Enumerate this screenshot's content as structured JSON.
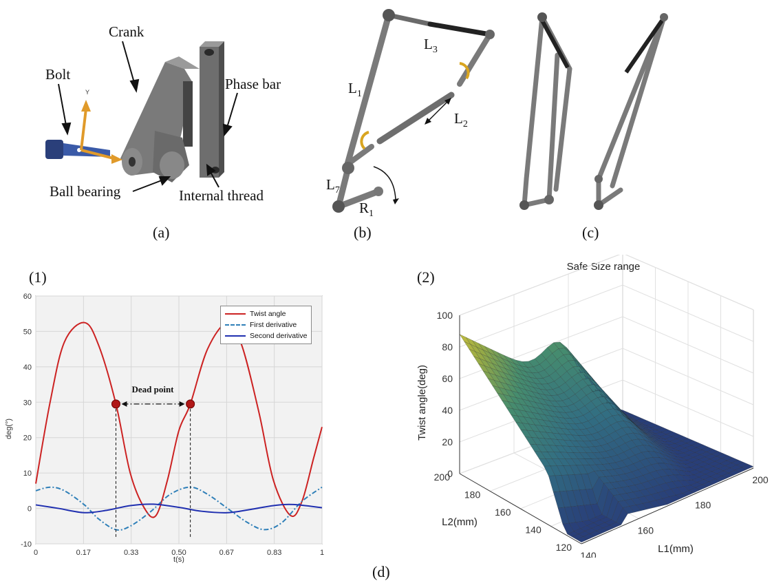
{
  "panel_a": {
    "labels": {
      "bolt": "Bolt",
      "crank": "Crank",
      "phase_bar": "Phase bar",
      "ball_bearing": "Ball bearing",
      "internal_thread": "Internal thread",
      "axis_y": "Y"
    },
    "caption": "(a)"
  },
  "panel_b": {
    "labels": {
      "L1": "L",
      "L1_sub": "1",
      "L2": "L",
      "L2_sub": "2",
      "L3": "L",
      "L3_sub": "3",
      "L7": "L",
      "L7_sub": "7",
      "R1": "R",
      "R1_sub": "1"
    },
    "caption": "(b)"
  },
  "panel_c": {
    "caption": "(c)"
  },
  "panel_d1": {
    "label": "(1)"
  },
  "panel_d2": {
    "label": "(2)"
  },
  "panel_d": {
    "caption": "(d)"
  },
  "chart_data": [
    {
      "type": "line",
      "xlabel": "t(s)",
      "ylabel": "deg(°)",
      "xlim": [
        0,
        1
      ],
      "ylim": [
        -10,
        60
      ],
      "x_ticks": [
        "0",
        "0.17",
        "0.33",
        "0.50",
        "0.67",
        "0.83",
        "1"
      ],
      "y_ticks": [
        "-10",
        "0",
        "10",
        "20",
        "30",
        "40",
        "50",
        "60"
      ],
      "grid": true,
      "legend_position": "top-right",
      "annotation": "Dead point",
      "dead_points": [
        {
          "t": 0.28,
          "deg": 29.5
        },
        {
          "t": 0.54,
          "deg": 29.5
        }
      ],
      "series": [
        {
          "name": "Twist angle",
          "color": "#cc2222",
          "style": "solid",
          "points": [
            [
              0,
              7
            ],
            [
              0.05,
              30
            ],
            [
              0.1,
              47
            ],
            [
              0.17,
              52.5
            ],
            [
              0.22,
              46
            ],
            [
              0.28,
              29.5
            ],
            [
              0.33,
              10
            ],
            [
              0.38,
              0
            ],
            [
              0.42,
              -2
            ],
            [
              0.46,
              8
            ],
            [
              0.5,
              22
            ],
            [
              0.54,
              29.5
            ],
            [
              0.6,
              45
            ],
            [
              0.67,
              52.5
            ],
            [
              0.72,
              46
            ],
            [
              0.78,
              27
            ],
            [
              0.83,
              8
            ],
            [
              0.89,
              -2
            ],
            [
              0.93,
              2
            ],
            [
              0.97,
              14
            ],
            [
              1.0,
              23
            ]
          ]
        },
        {
          "name": "First derivative",
          "color": "#2e7fb8",
          "style": "dashdot",
          "points": [
            [
              0,
              5
            ],
            [
              0.05,
              6
            ],
            [
              0.1,
              5
            ],
            [
              0.17,
              1
            ],
            [
              0.22,
              -3
            ],
            [
              0.28,
              -6
            ],
            [
              0.33,
              -5
            ],
            [
              0.4,
              -1
            ],
            [
              0.47,
              4
            ],
            [
              0.54,
              6
            ],
            [
              0.6,
              4
            ],
            [
              0.67,
              0
            ],
            [
              0.74,
              -4
            ],
            [
              0.8,
              -6
            ],
            [
              0.86,
              -4
            ],
            [
              0.93,
              2
            ],
            [
              1.0,
              6
            ]
          ]
        },
        {
          "name": "Second derivative",
          "color": "#1f2fb0",
          "style": "solid",
          "points": [
            [
              0,
              1
            ],
            [
              0.08,
              0
            ],
            [
              0.17,
              -1.2
            ],
            [
              0.25,
              -0.5
            ],
            [
              0.33,
              0.8
            ],
            [
              0.41,
              1.2
            ],
            [
              0.5,
              0.3
            ],
            [
              0.58,
              -0.8
            ],
            [
              0.67,
              -1.2
            ],
            [
              0.75,
              -0.3
            ],
            [
              0.83,
              0.8
            ],
            [
              0.9,
              1.1
            ],
            [
              1.0,
              0.2
            ]
          ]
        }
      ]
    },
    {
      "type": "surface",
      "title": "Safe Size range",
      "xlabel": "L1(mm)",
      "ylabel": "L2(mm)",
      "zlabel": "Twist angle(deg)",
      "xlim": [
        140,
        200
      ],
      "ylim": [
        120,
        200
      ],
      "zlim": [
        0,
        100
      ],
      "x_ticks": [
        "140",
        "160",
        "180",
        "200"
      ],
      "y_ticks": [
        "120",
        "140",
        "160",
        "180",
        "200"
      ],
      "z_ticks": [
        "0",
        "20",
        "40",
        "60",
        "80",
        "100"
      ],
      "colormap": "parula-like"
    }
  ]
}
